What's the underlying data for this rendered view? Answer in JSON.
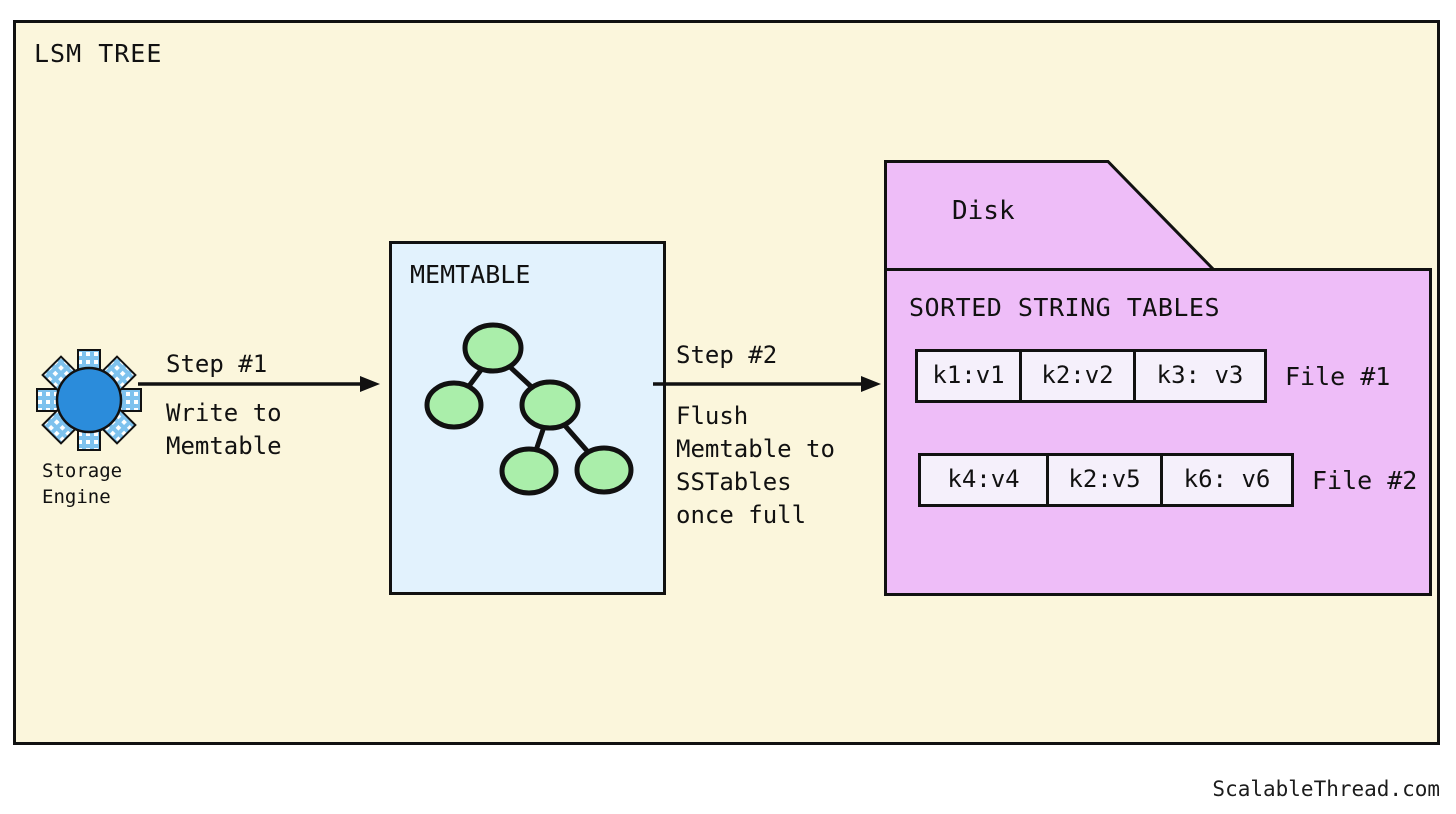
{
  "diagram": {
    "title": "LSM TREE",
    "background_color": "#fbf6dc",
    "border_color": "#111111"
  },
  "storage_engine": {
    "icon": "gear-icon",
    "label_line1": "Storage",
    "label_line2": "Engine",
    "hub_color": "#2b8cdb",
    "tooth_color": "#bfe0f7"
  },
  "steps": [
    {
      "label": "Step #1",
      "description_lines": [
        "Write to",
        "Memtable"
      ]
    },
    {
      "label": "Step #2",
      "description_lines": [
        "Flush",
        "Memtable to",
        "SSTables",
        "once full"
      ]
    }
  ],
  "memtable": {
    "title": "MEMTABLE",
    "background_color": "#e2f2fd",
    "node_color": "#aaeeaa",
    "node_count": 5
  },
  "disk": {
    "label": "Disk",
    "folder_color": "#eebdf8",
    "sstables_title": "SORTED STRING TABLES",
    "files": [
      {
        "name": "File #1",
        "cells": [
          "k1:v1",
          "k2:v2",
          "k3: v3"
        ]
      },
      {
        "name": "File #2",
        "cells": [
          "k4:v4",
          "k2:v5",
          "k6: v6"
        ]
      }
    ]
  },
  "watermark": {
    "text": "ScalableThread.com"
  }
}
